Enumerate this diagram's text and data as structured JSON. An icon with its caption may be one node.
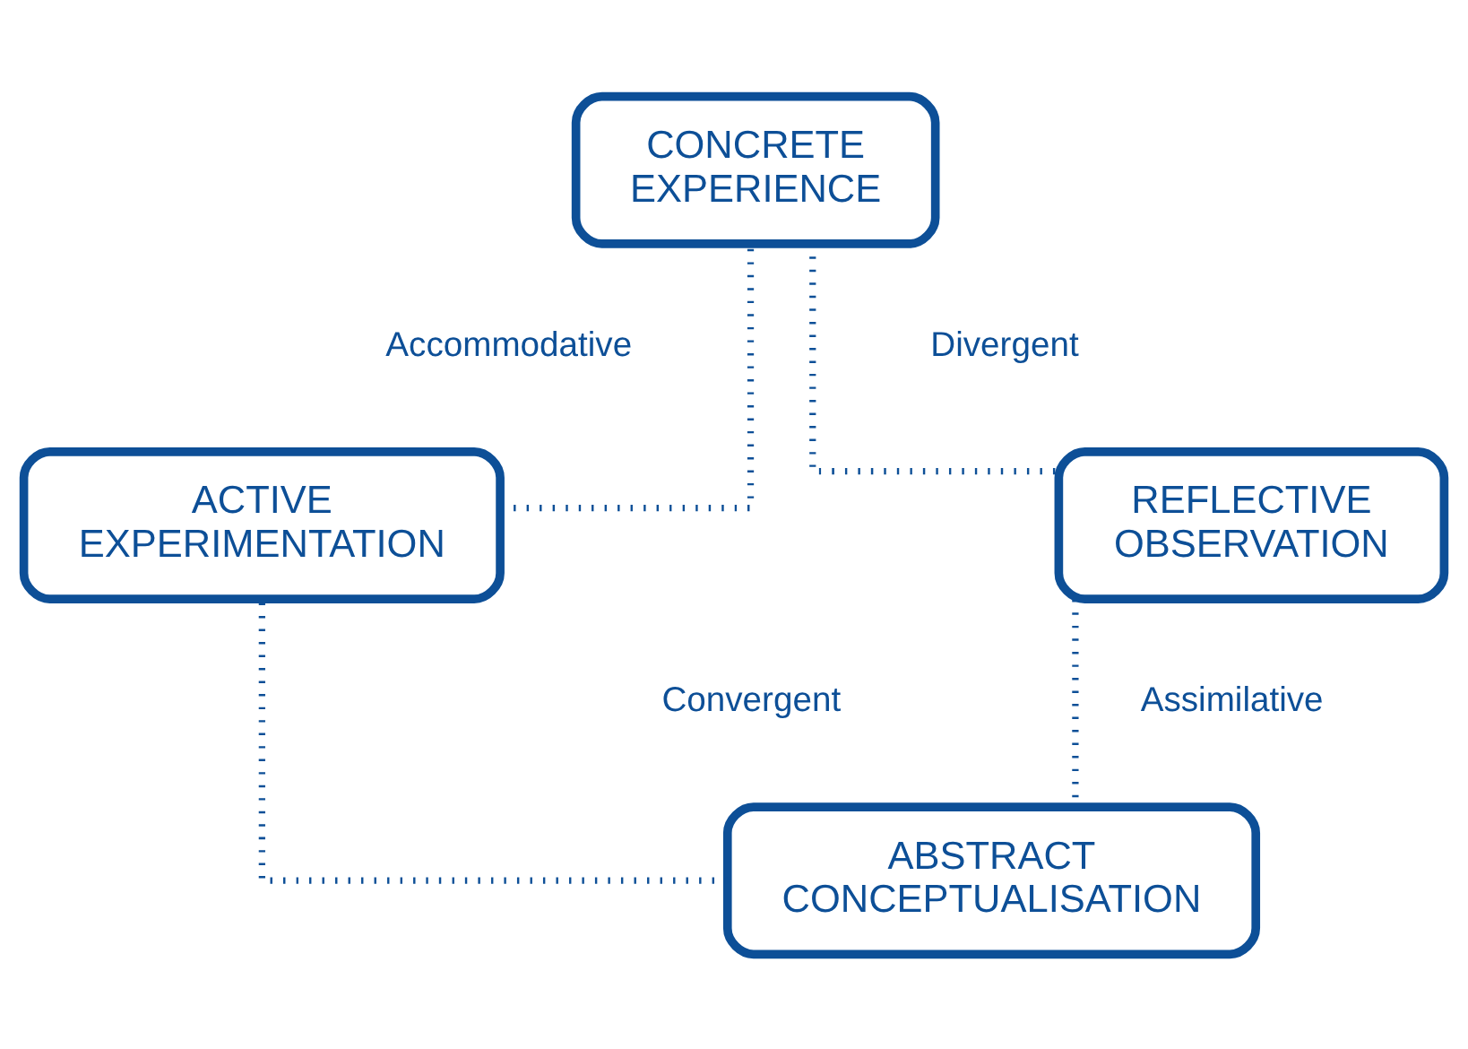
{
  "diagram": {
    "nodes": [
      {
        "text": [
          "CONCRETE EXPERIENCE"
        ]
      },
      {
        "text": [
          "ACTIVE EXPERIMENTATION"
        ]
      },
      {
        "text": [
          "REFLECTIVE OBSERVATION"
        ]
      },
      {
        "text": [
          "ABSTRACT CONCEPTUALISATION"
        ]
      }
    ],
    "edges": [
      {
        "from": 0,
        "to": 2,
        "arrow": "none"
      },
      {
        "from": 2,
        "to": 3,
        "arrow": "none"
      },
      {
        "from": 3,
        "to": 1,
        "arrow": "none"
      },
      {
        "from": 1,
        "to": 0,
        "arrow": "none"
      }
    ],
    "labels": [
      "Accommodative",
      "Divergent",
      "Convergent",
      "Assimilative"
    ]
  }
}
